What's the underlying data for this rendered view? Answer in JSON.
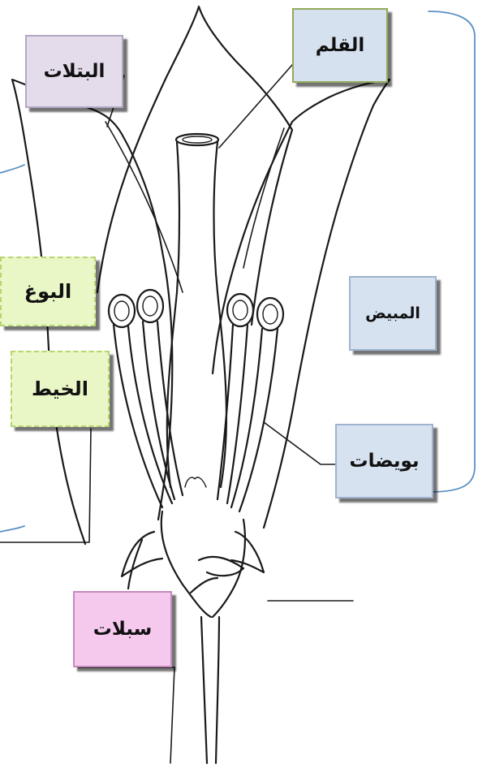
{
  "labels": {
    "petals": "البتلات",
    "style": "القلم",
    "ovary": "المبيض",
    "anther": "البوغ",
    "filament": "الخيط",
    "ovules": "بويضات",
    "sepals": "سبلات"
  },
  "colors": {
    "line": "#1a1a1a",
    "blue_bracket": "#5b8fc4",
    "lavender": "#e4dcea",
    "blue": "#d5e1ef",
    "green": "#e9f6c6",
    "pink": "#f5c9ee"
  }
}
